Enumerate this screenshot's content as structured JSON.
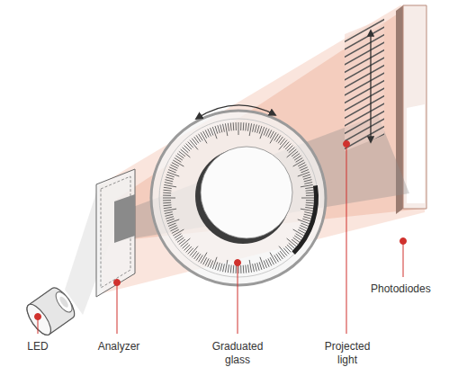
{
  "diagram": {
    "labels": [
      "Photodiodes",
      "LED",
      "Analyzer",
      "Graduated glass",
      "Projected light"
    ]
  }
}
